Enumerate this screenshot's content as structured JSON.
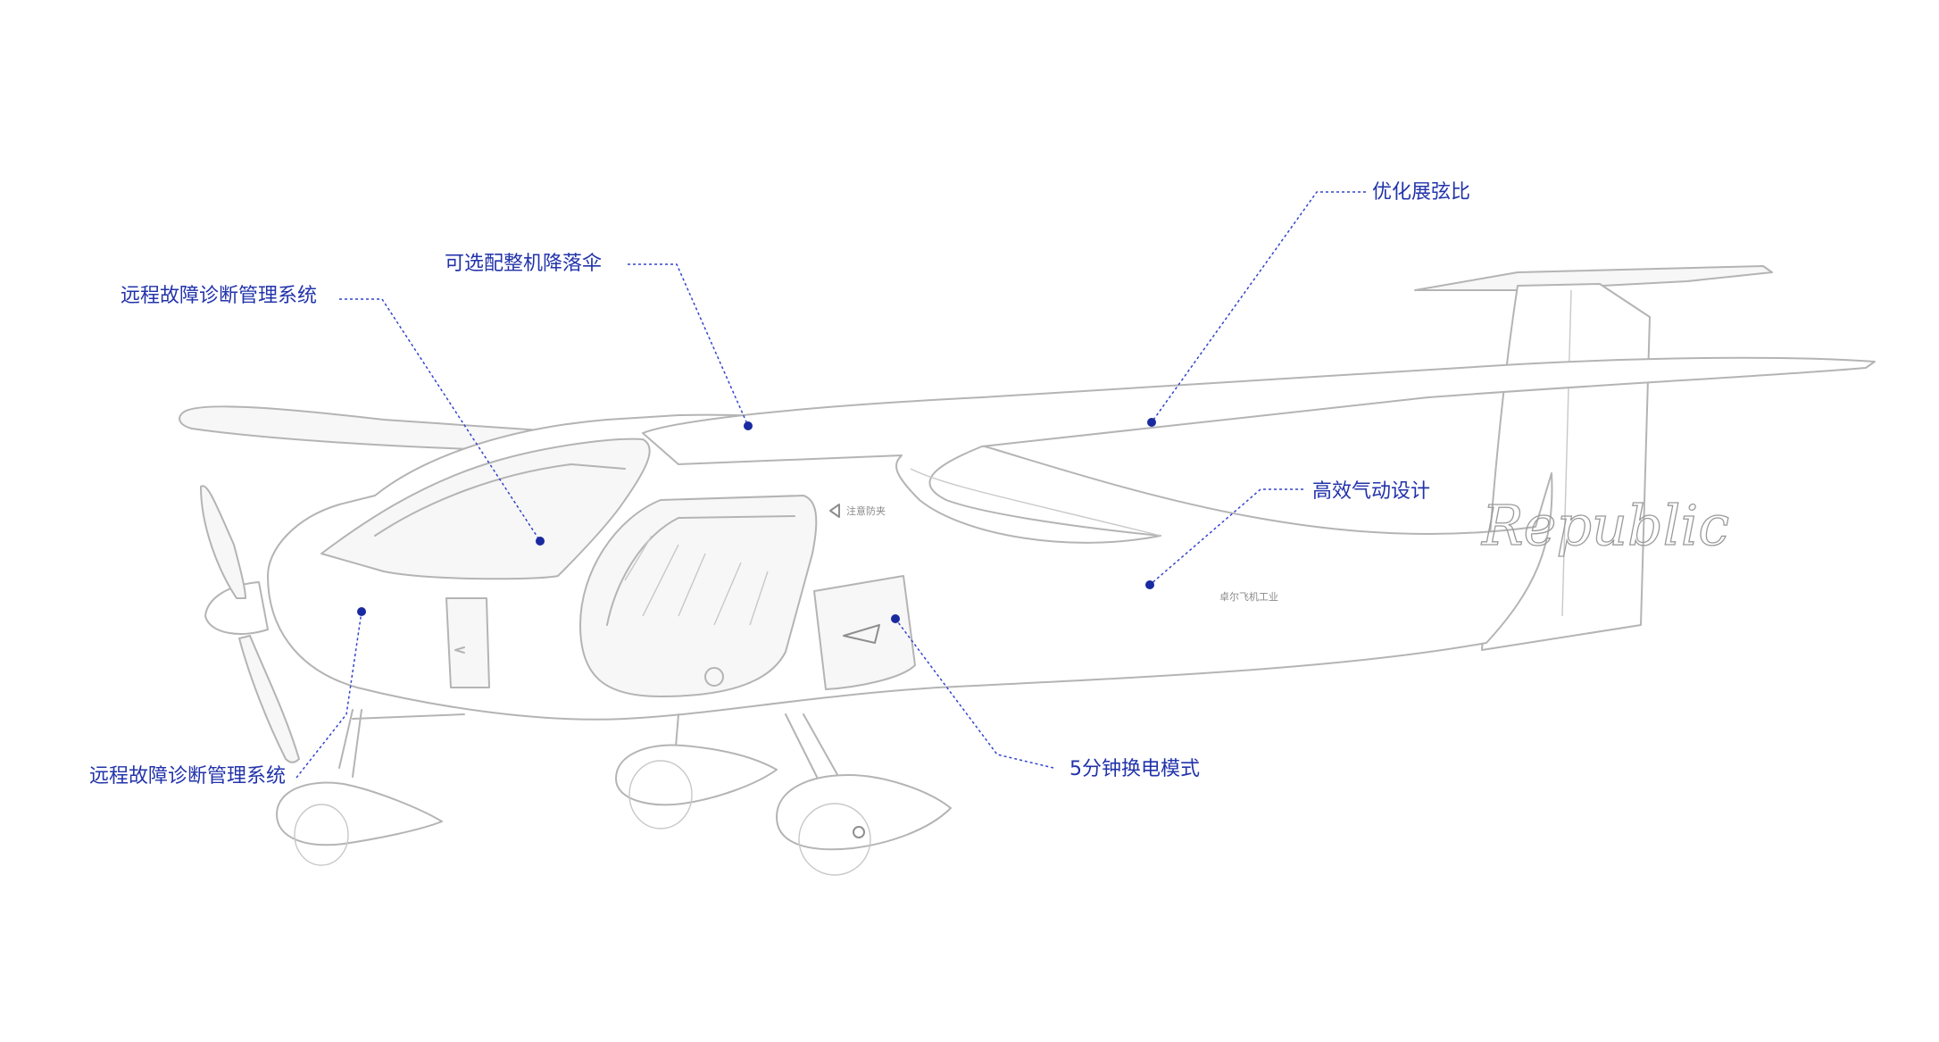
{
  "callouts": [
    {
      "id": "chord-ratio",
      "label": "优化展弦比"
    },
    {
      "id": "parachute",
      "label": "可选配整机降落伞"
    },
    {
      "id": "diagnostics-top",
      "label": "远程故障诊断管理系统"
    },
    {
      "id": "aero-design",
      "label": "高效气动设计"
    },
    {
      "id": "battery-swap",
      "label": "5分钟换电模式"
    },
    {
      "id": "diagnostics-bottom",
      "label": "远程故障诊断管理系统"
    }
  ],
  "aircraft": {
    "brand_script": "Republic",
    "door_warning": "注意防夹",
    "fuselage_label": "卓尔飞机工业"
  },
  "colors": {
    "callout_text": "#2233aa",
    "leader_line": "#3344cc",
    "dot": "#1a2aa0",
    "sketch_line": "#b4b4b4"
  }
}
